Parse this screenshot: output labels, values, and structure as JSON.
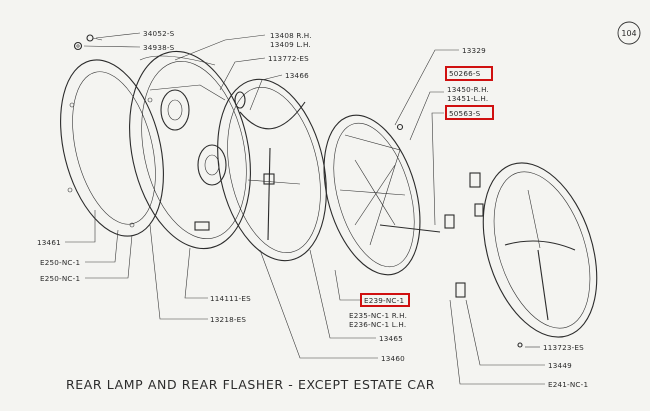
{
  "page_number": "104",
  "caption": "REAR LAMP AND REAR FLASHER - EXCEPT ESTATE CAR",
  "labels": {
    "p34052": "34052-S",
    "p34938": "34938-S",
    "p13408": "13408 R.H.",
    "p13409": "13409 L.H.",
    "p113772": "113772-ES",
    "p13466": "13466",
    "p13329": "13329",
    "p50266": "50266-S",
    "p13450": "13450-R.H.",
    "p13451": "13451-L.H.",
    "p50563": "50563-S",
    "p13461": "13461",
    "e250a": "E250-NC-1",
    "e250b": "E250-NC-1",
    "p114111": "114111-ES",
    "p13218": "13218-ES",
    "e239": "E239-NC-1",
    "e235": "E235-NC-1 R.H.",
    "e236": "E236-NC-1 L.H.",
    "p13465": "13465",
    "p13460": "13460",
    "p113723": "113723-ES",
    "p13449": "13449",
    "e241": "E241-NC-1"
  },
  "highlight_color": "#d01010"
}
